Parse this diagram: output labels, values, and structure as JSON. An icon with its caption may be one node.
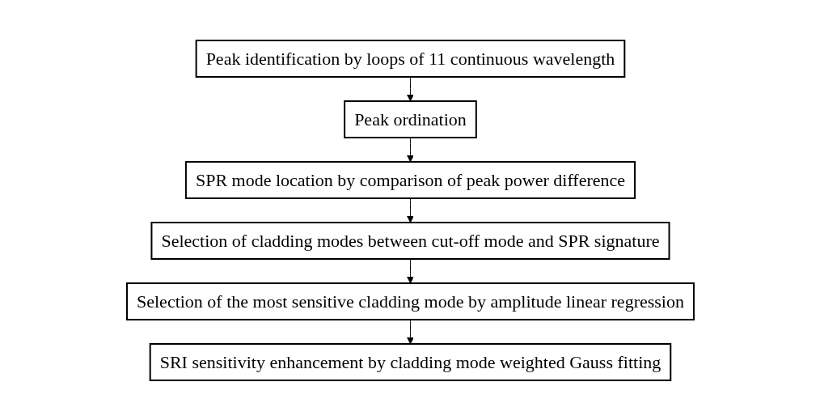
{
  "diagram": {
    "nodes": [
      {
        "text": [
          "Peak identification by loops of 11 continuous wavelength"
        ]
      },
      {
        "text": [
          "Peak ordination"
        ]
      },
      {
        "text": [
          "SPR mode location by comparison of peak power difference"
        ]
      },
      {
        "text": [
          "Selection of cladding modes between cut-off mode and SPR signature"
        ]
      },
      {
        "text": [
          "Selection of the most sensitive cladding mode by amplitude linear regression"
        ]
      },
      {
        "text": [
          "SRI sensitivity enhancement by cladding mode weighted Gauss fitting"
        ]
      }
    ],
    "edges": [
      {
        "from": 0,
        "to": 1,
        "arrow": "to"
      },
      {
        "from": 1,
        "to": 2,
        "arrow": "to"
      },
      {
        "from": 2,
        "to": 3,
        "arrow": "to"
      },
      {
        "from": 3,
        "to": 4,
        "arrow": "to"
      },
      {
        "from": 4,
        "to": 5,
        "arrow": "to"
      }
    ]
  }
}
